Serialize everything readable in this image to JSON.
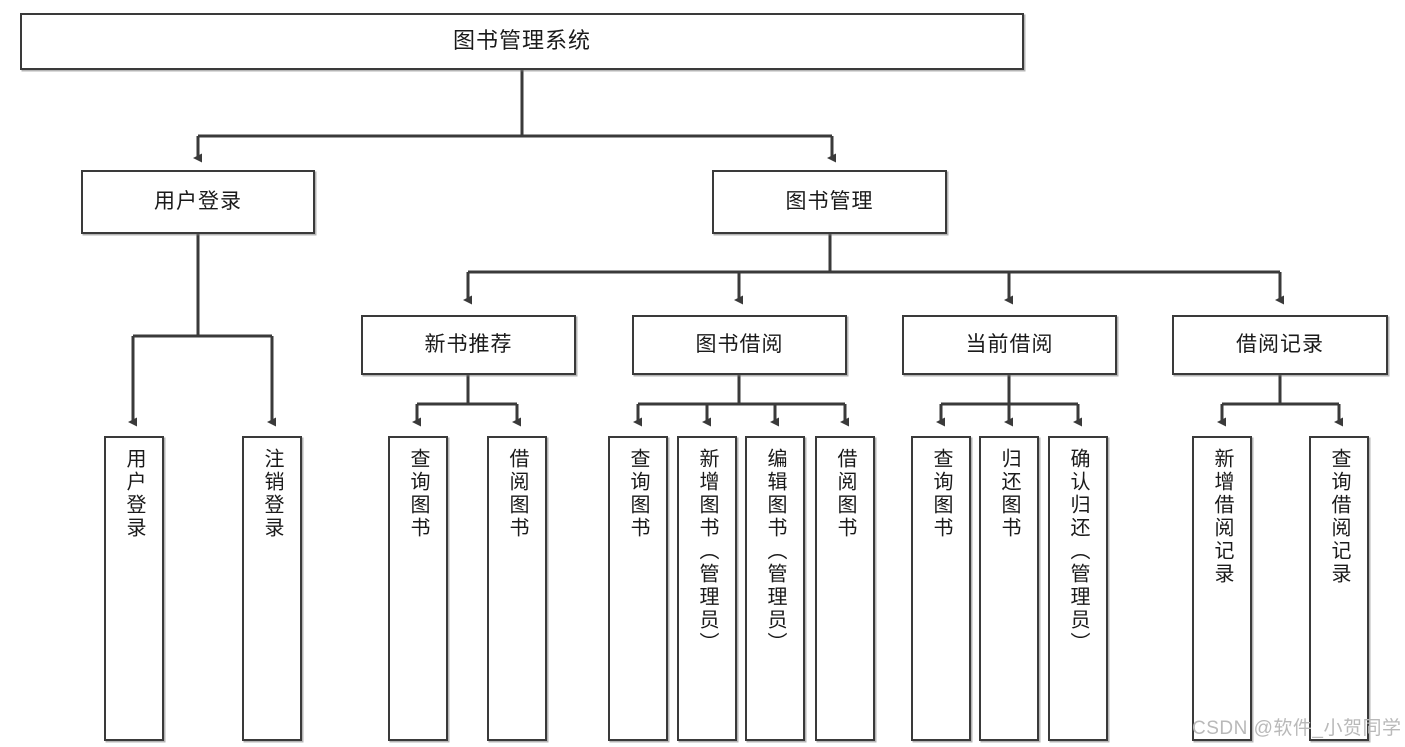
{
  "diagram": {
    "title": "图书管理系统",
    "type": "tree-hierarchy-chart",
    "orientation": "top-down",
    "edge_color": "#3a3a3a",
    "box_border_color": "#3a3a3a",
    "box_fill_color": "#ffffff",
    "text_color": "#1a1a1a"
  },
  "root": {
    "label": "图书管理系统"
  },
  "level1": [
    {
      "label": "用户登录"
    },
    {
      "label": "图书管理"
    }
  ],
  "level2": [
    {
      "label": "新书推荐"
    },
    {
      "label": "图书借阅"
    },
    {
      "label": "当前借阅"
    },
    {
      "label": "借阅记录"
    }
  ],
  "leaves": {
    "user_login": [
      {
        "label": "用户登录"
      },
      {
        "label": "注销登录"
      }
    ],
    "new_book_recommend": [
      {
        "label": "查询图书"
      },
      {
        "label": "借阅图书"
      }
    ],
    "book_borrow": [
      {
        "label": "查询图书"
      },
      {
        "label": "新增图书（管理员）"
      },
      {
        "label": "编辑图书（管理员）"
      },
      {
        "label": "借阅图书"
      }
    ],
    "current_borrow": [
      {
        "label": "查询图书"
      },
      {
        "label": "归还图书"
      },
      {
        "label": "确认归还（管理员）"
      }
    ],
    "borrow_record": [
      {
        "label": "新增借阅记录"
      },
      {
        "label": "查询借阅记录"
      }
    ]
  },
  "watermark": {
    "text": "CSDN @软件_小贺同学"
  }
}
